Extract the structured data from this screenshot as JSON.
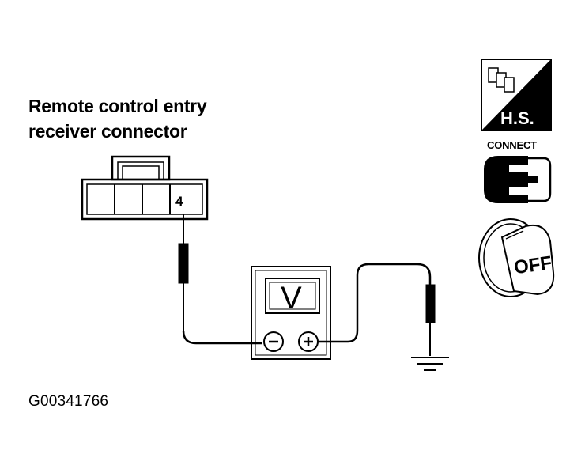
{
  "title": {
    "line1": "Remote control entry",
    "line2": "receiver connector"
  },
  "connector": {
    "pin_label": "4"
  },
  "meter": {
    "symbol": "V",
    "neg_terminal": "⊖",
    "pos_terminal": "⊕"
  },
  "icons": {
    "harness_side": "H.S.",
    "connect_label": "CONNECT",
    "ignition": "OFF"
  },
  "figure_id": "G00341766"
}
